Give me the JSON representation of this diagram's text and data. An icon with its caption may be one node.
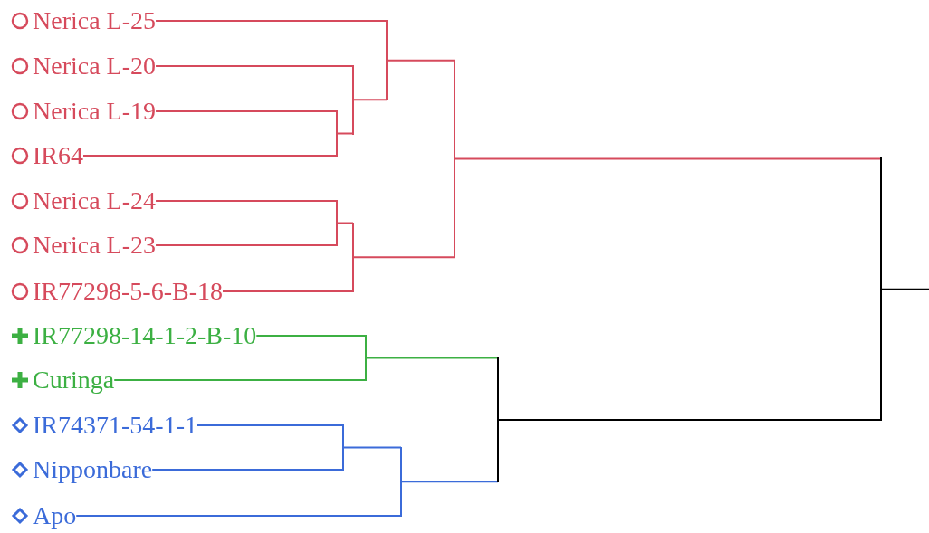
{
  "diagram": {
    "nodes": [
      {
        "text": [
          "Nerica L-25"
        ]
      },
      {
        "text": [
          "Nerica L-20"
        ]
      },
      {
        "text": [
          "Nerica L-19"
        ]
      },
      {
        "text": [
          "IR64"
        ]
      },
      {
        "text": [
          "Nerica L-24"
        ]
      },
      {
        "text": [
          "Nerica L-23"
        ]
      },
      {
        "text": [
          "IR77298-5-6-B-18"
        ]
      },
      {
        "text": [
          "IR77298-14-1-2-B-10"
        ]
      },
      {
        "text": [
          "Curinga"
        ]
      },
      {
        "text": [
          "IR74371-54-1-1"
        ]
      },
      {
        "text": [
          "Nipponbare"
        ]
      },
      {
        "text": [
          "Apo"
        ]
      },
      {
        "text": [],
        "shape": "bar"
      },
      {
        "text": [],
        "shape": "bar"
      },
      {
        "text": [],
        "shape": "bar"
      },
      {
        "text": [],
        "shape": "bar"
      },
      {
        "text": [],
        "shape": "bar"
      },
      {
        "text": [],
        "shape": "bar"
      },
      {
        "text": [],
        "shape": "bar"
      },
      {
        "text": [],
        "shape": "bar"
      },
      {
        "text": [],
        "shape": "bar"
      },
      {
        "text": [],
        "shape": "bar"
      },
      {
        "text": [],
        "shape": "bar"
      }
    ],
    "edges": [
      {
        "from": 2,
        "to": 12,
        "arrow": "none",
        "color": "#d64a5c"
      },
      {
        "from": 3,
        "to": 12,
        "arrow": "none",
        "color": "#d64a5c"
      },
      {
        "from": 1,
        "to": 13,
        "arrow": "none",
        "color": "#d64a5c"
      },
      {
        "from": 12,
        "to": 13,
        "arrow": "none",
        "color": "#d64a5c"
      },
      {
        "from": 0,
        "to": 14,
        "arrow": "none",
        "color": "#d64a5c"
      },
      {
        "from": 13,
        "to": 14,
        "arrow": "none",
        "color": "#d64a5c"
      },
      {
        "from": 4,
        "to": 15,
        "arrow": "none",
        "color": "#d64a5c"
      },
      {
        "from": 5,
        "to": 15,
        "arrow": "none",
        "color": "#d64a5c"
      },
      {
        "from": 15,
        "to": 16,
        "arrow": "none",
        "color": "#d64a5c"
      },
      {
        "from": 6,
        "to": 16,
        "arrow": "none",
        "color": "#d64a5c"
      },
      {
        "from": 14,
        "to": 17,
        "arrow": "none",
        "color": "#d64a5c"
      },
      {
        "from": 16,
        "to": 17,
        "arrow": "none",
        "color": "#d64a5c"
      },
      {
        "from": 7,
        "to": 18,
        "arrow": "none",
        "color": "#3cb043"
      },
      {
        "from": 8,
        "to": 18,
        "arrow": "none",
        "color": "#3cb043"
      },
      {
        "from": 9,
        "to": 19,
        "arrow": "none",
        "color": "#3b6bd9"
      },
      {
        "from": 10,
        "to": 19,
        "arrow": "none",
        "color": "#3b6bd9"
      },
      {
        "from": 19,
        "to": 20,
        "arrow": "none",
        "color": "#3b6bd9"
      },
      {
        "from": 11,
        "to": 20,
        "arrow": "none",
        "color": "#3b6bd9"
      },
      {
        "from": 17,
        "to": 22,
        "arrow": "none",
        "color": "#d64a5c"
      },
      {
        "from": 18,
        "to": 21,
        "arrow": "none",
        "color": "#3cb043"
      },
      {
        "from": 20,
        "to": 21,
        "arrow": "none",
        "color": "#3b6bd9"
      },
      {
        "from": 21,
        "to": 22,
        "arrow": "none",
        "color": "#000000"
      },
      {
        "from": 22,
        "to": null,
        "arrow": "none",
        "color": "#000000"
      }
    ]
  }
}
